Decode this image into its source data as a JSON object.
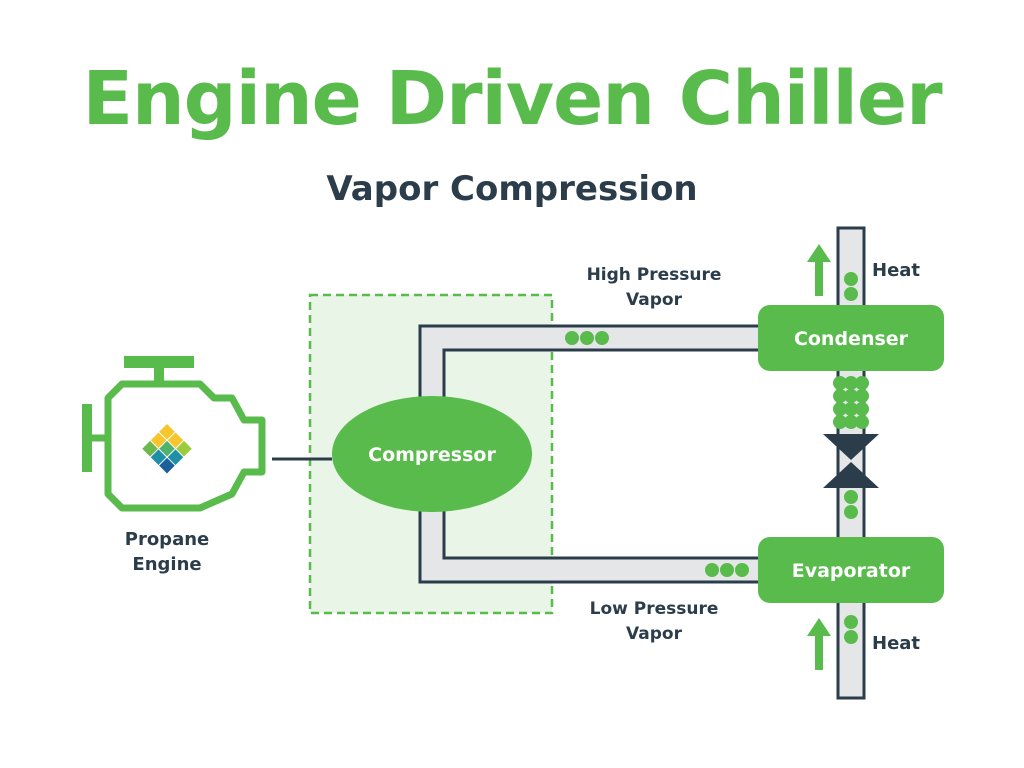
{
  "title": "Engine Driven Chiller",
  "subtitle": "Vapor Compression",
  "nodes": {
    "engine": {
      "line1": "Propane",
      "line2": "Engine"
    },
    "compressor": {
      "label": "Compressor"
    },
    "condenser": {
      "label": "Condenser"
    },
    "evaporator": {
      "label": "Evaporator"
    }
  },
  "flows": {
    "high": {
      "line1": "High Pressure",
      "line2": "Vapor"
    },
    "low": {
      "line1": "Low Pressure",
      "line2": "Vapor"
    },
    "heat_top": "Heat",
    "heat_bottom": "Heat"
  },
  "colors": {
    "accent": "#58bb4c",
    "dark": "#2b3c4b",
    "pipe": "#e5e6e8",
    "pipe_outline": "#2b3c4b",
    "dashed_box": "#e9f5e7"
  },
  "icons": {
    "engine": "engine-outline-icon",
    "logo": "diamond-logo-icon",
    "valve": "expansion-valve-icon",
    "arrow": "arrow-up-icon"
  }
}
